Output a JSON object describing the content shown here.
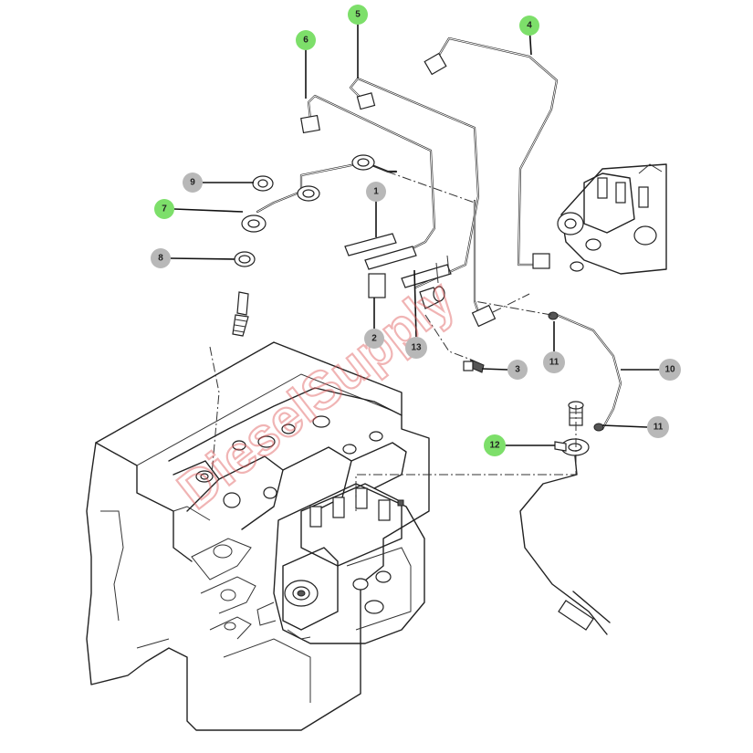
{
  "diagram": {
    "colors": {
      "callout_green": "#7ddf6a",
      "callout_grey": "#b8b8b8",
      "watermark": "#e05a5a",
      "line": "#222222"
    },
    "callouts": [
      {
        "id": "c1",
        "label": "1",
        "style": "grey"
      },
      {
        "id": "c2",
        "label": "2",
        "style": "grey"
      },
      {
        "id": "c3",
        "label": "3",
        "style": "grey"
      },
      {
        "id": "c4",
        "label": "4",
        "style": "green"
      },
      {
        "id": "c5",
        "label": "5",
        "style": "green"
      },
      {
        "id": "c6",
        "label": "6",
        "style": "green"
      },
      {
        "id": "c7",
        "label": "7",
        "style": "green"
      },
      {
        "id": "c8",
        "label": "8",
        "style": "grey"
      },
      {
        "id": "c9",
        "label": "9",
        "style": "grey"
      },
      {
        "id": "c10",
        "label": "10",
        "style": "grey"
      },
      {
        "id": "c11a",
        "label": "11",
        "style": "grey"
      },
      {
        "id": "c11b",
        "label": "11",
        "style": "grey"
      },
      {
        "id": "c12",
        "label": "12",
        "style": "green"
      },
      {
        "id": "c13",
        "label": "13",
        "style": "grey"
      }
    ],
    "watermark_text": "DieselSupply"
  }
}
